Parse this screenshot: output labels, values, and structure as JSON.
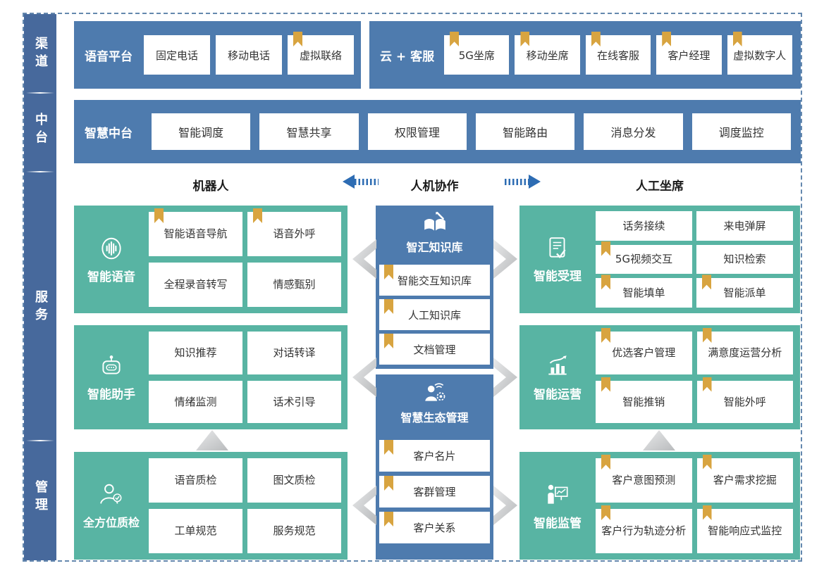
{
  "colors": {
    "sidebar_blue": "#47699c",
    "panel_blue": "#4e7bae",
    "teal": "#58b4a3",
    "bookmark_gold": "#d8a440",
    "arrow_blue": "#2d6cb3",
    "frame_dash_blue": "#6488ae",
    "connector_gray": "#c9cbcd"
  },
  "sidebar": {
    "items": [
      {
        "label": "渠道"
      },
      {
        "label": "中台"
      },
      {
        "label": "服务"
      },
      {
        "label": "管理"
      }
    ]
  },
  "channel_row": {
    "voice_panel": {
      "label": "语音平台",
      "items": [
        {
          "text": "固定电话",
          "bookmark": false
        },
        {
          "text": "移动电话",
          "bookmark": false
        },
        {
          "text": "虚拟联络",
          "bookmark": true
        }
      ]
    },
    "cloud_panel": {
      "label": "云 + 客服",
      "items": [
        {
          "text": "5G坐席",
          "bookmark": true
        },
        {
          "text": "移动坐席",
          "bookmark": true
        },
        {
          "text": "在线客服",
          "bookmark": true
        },
        {
          "text": "客户经理",
          "bookmark": true
        },
        {
          "text": "虚拟数字人",
          "bookmark": true
        }
      ]
    }
  },
  "platform_row": {
    "label": "智慧中台",
    "items": [
      {
        "text": "智能调度"
      },
      {
        "text": "智慧共享"
      },
      {
        "text": "权限管理"
      },
      {
        "text": "智能路由"
      },
      {
        "text": "消息分发"
      },
      {
        "text": "调度监控"
      }
    ]
  },
  "collab_header": {
    "left": "机器人",
    "center": "人机协作",
    "right": "人工坐席"
  },
  "robot_column": {
    "blocks": [
      {
        "title": "智能语音",
        "icon": "voice-waveform-icon",
        "cards": [
          {
            "text": "智能语音导航",
            "bookmark": true
          },
          {
            "text": "语音外呼",
            "bookmark": true
          },
          {
            "text": "全程录音转写",
            "bookmark": false
          },
          {
            "text": "情感甄别",
            "bookmark": false
          }
        ]
      },
      {
        "title": "智能助手",
        "icon": "robot-icon",
        "cards": [
          {
            "text": "知识推荐",
            "bookmark": false
          },
          {
            "text": "对话转译",
            "bookmark": false
          },
          {
            "text": "情绪监测",
            "bookmark": false
          },
          {
            "text": "话术引导",
            "bookmark": false
          }
        ]
      },
      {
        "title": "全方位质检",
        "icon": "quality-inspector-icon",
        "cards": [
          {
            "text": "语音质检",
            "bookmark": false
          },
          {
            "text": "图文质检",
            "bookmark": false
          },
          {
            "text": "工单规范",
            "bookmark": false
          },
          {
            "text": "服务规范",
            "bookmark": false
          }
        ]
      }
    ]
  },
  "center_column": {
    "blocks": [
      {
        "title": "智汇知识库",
        "icon": "knowledge-book-icon",
        "cards": [
          {
            "text": "智能交互知识库",
            "bookmark": true
          },
          {
            "text": "人工知识库",
            "bookmark": true
          },
          {
            "text": "文档管理",
            "bookmark": true
          }
        ]
      },
      {
        "title": "智慧生态管理",
        "icon": "ecosystem-person-icon",
        "cards": [
          {
            "text": "客户名片",
            "bookmark": true
          },
          {
            "text": "客群管理",
            "bookmark": true
          },
          {
            "text": "客户关系",
            "bookmark": true
          }
        ]
      }
    ]
  },
  "agent_column": {
    "blocks": [
      {
        "title": "智能受理",
        "icon": "document-check-icon",
        "cards": [
          {
            "text": "话务接续",
            "bookmark": false
          },
          {
            "text": "来电弹屏",
            "bookmark": false
          },
          {
            "text": "5G视频交互",
            "bookmark": true
          },
          {
            "text": "知识检索",
            "bookmark": false
          },
          {
            "text": "智能填单",
            "bookmark": true
          },
          {
            "text": "智能派单",
            "bookmark": true
          }
        ]
      },
      {
        "title": "智能运营",
        "icon": "growth-chart-icon",
        "cards": [
          {
            "text": "优选客户管理",
            "bookmark": true
          },
          {
            "text": "满意度运营分析",
            "bookmark": true
          },
          {
            "text": "智能推销",
            "bookmark": true
          },
          {
            "text": "智能外呼",
            "bookmark": true
          }
        ]
      },
      {
        "title": "智能监管",
        "icon": "supervision-presenter-icon",
        "cards": [
          {
            "text": "客户意图预测",
            "bookmark": true
          },
          {
            "text": "客户需求挖掘",
            "bookmark": true
          },
          {
            "text": "客户行为轨迹分析",
            "bookmark": true
          },
          {
            "text": "智能响应式监控",
            "bookmark": true
          }
        ]
      }
    ]
  }
}
